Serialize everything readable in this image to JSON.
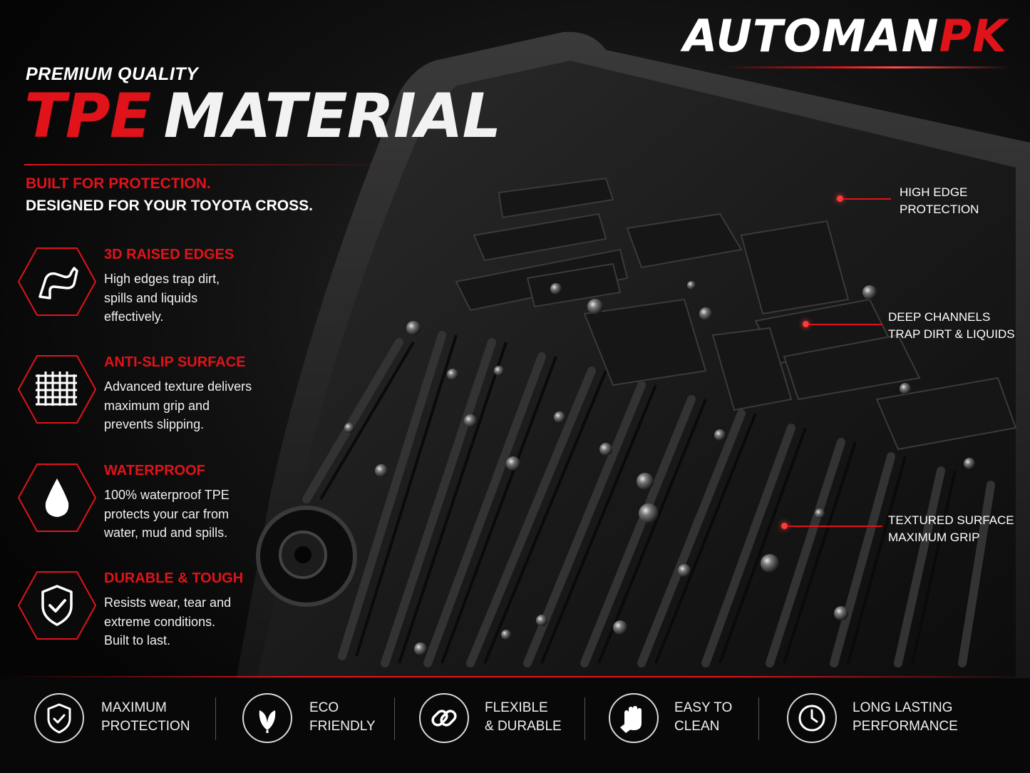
{
  "brand": {
    "part1": "AUTOMAN",
    "part2": "PK"
  },
  "header": {
    "premium": "PREMIUM QUALITY",
    "headline_red": "TPE",
    "headline_white": "MATERIAL",
    "tagline_red": "BUILT FOR PROTECTION.",
    "tagline_white": "DESIGNED FOR YOUR TOYOTA CROSS."
  },
  "features": [
    {
      "title": "3D RAISED EDGES",
      "lines": [
        "High edges trap dirt,",
        "spills and liquids",
        "effectively."
      ],
      "icon": "raised-edge-icon"
    },
    {
      "title": "ANTI-SLIP SURFACE",
      "lines": [
        "Advanced texture delivers",
        "maximum grip and",
        "prevents slipping."
      ],
      "icon": "grid-texture-icon"
    },
    {
      "title": "WATERPROOF",
      "lines": [
        "100% waterproof TPE",
        "protects your car from",
        "water, mud and spills."
      ],
      "icon": "water-drop-icon"
    },
    {
      "title": "DURABLE & TOUGH",
      "lines": [
        "Resists wear, tear and",
        "extreme conditions.",
        "Built to last."
      ],
      "icon": "shield-check-icon"
    }
  ],
  "callouts": [
    {
      "lines": [
        "HIGH EDGE",
        "PROTECTION"
      ]
    },
    {
      "lines": [
        "DEEP CHANNELS",
        "TRAP DIRT & LIQUIDS"
      ]
    },
    {
      "lines": [
        "TEXTURED SURFACE",
        "MAXIMUM GRIP"
      ]
    }
  ],
  "bottom_bar": [
    {
      "lines": [
        "MAXIMUM",
        "PROTECTION"
      ],
      "icon": "shield-check-icon"
    },
    {
      "lines": [
        "ECO",
        "FRIENDLY"
      ],
      "icon": "leaf-icon"
    },
    {
      "lines": [
        "FLEXIBLE",
        "& DURABLE"
      ],
      "icon": "chain-link-icon"
    },
    {
      "lines": [
        "EASY TO",
        "CLEAN"
      ],
      "icon": "hand-wipe-icon"
    },
    {
      "lines": [
        "LONG LASTING",
        "PERFORMANCE"
      ],
      "icon": "clock-icon"
    }
  ],
  "colors": {
    "accent": "#e0131a",
    "background": "#050505",
    "text": "#ffffff"
  }
}
